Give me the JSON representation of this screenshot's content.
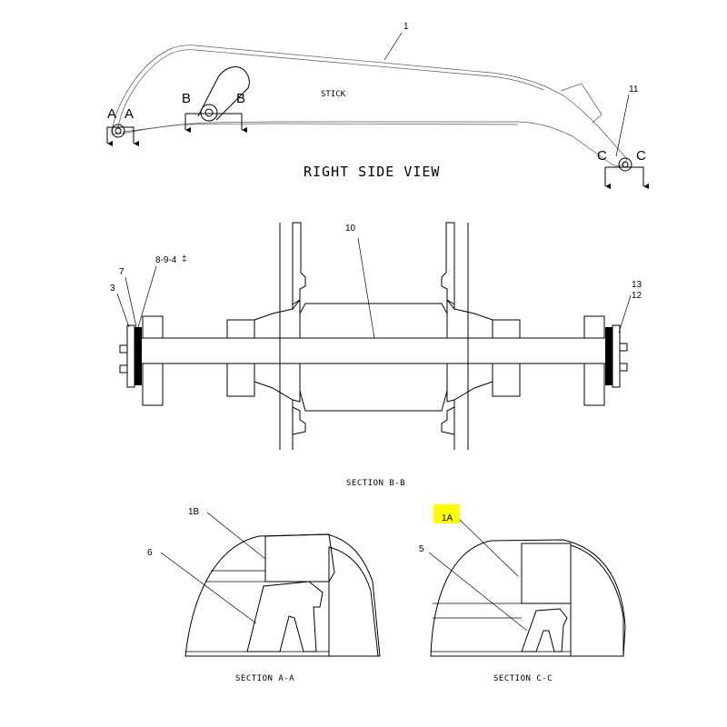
{
  "right_side_view": {
    "title": "RIGHT SIDE VIEW",
    "part_label": "STICK",
    "callout_1": "1",
    "callout_11": "11",
    "section_a_left": "A",
    "section_a_right": "A",
    "section_b_left": "B",
    "section_b_right": "B",
    "section_c_left": "C",
    "section_c_right": "C"
  },
  "section_bb": {
    "title": "SECTION B-B",
    "callout_10": "10",
    "callout_8_9_4": "8-9-4",
    "callout_7": "7",
    "callout_3": "3",
    "callout_13": "13",
    "callout_12": "12"
  },
  "section_aa": {
    "title": "SECTION A-A",
    "callout_1b": "1B",
    "callout_6": "6"
  },
  "section_cc": {
    "title": "SECTION C-C",
    "callout_1a": "1A",
    "callout_5": "5",
    "highlight_color": "#ffff00"
  }
}
